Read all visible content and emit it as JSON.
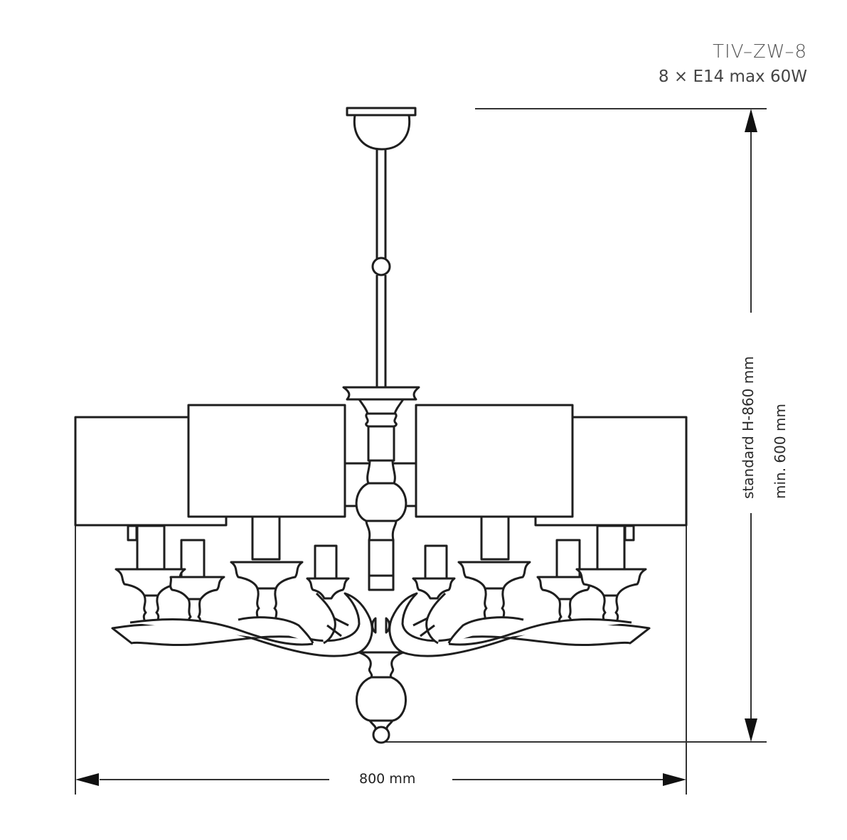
{
  "header": {
    "model_code": "TIV–ZW–8",
    "bulb_spec": "8 × E14 max 60W"
  },
  "dimensions": {
    "width_label": "800 mm",
    "height_standard_label": "standard H-860 mm",
    "height_min_label": "min. 600 mm"
  },
  "drawing": {
    "subject": "chandelier-line-drawing",
    "shade_count": 4,
    "arm_count": 8,
    "line_color": "#1e1e1e",
    "background_color": "#ffffff"
  }
}
